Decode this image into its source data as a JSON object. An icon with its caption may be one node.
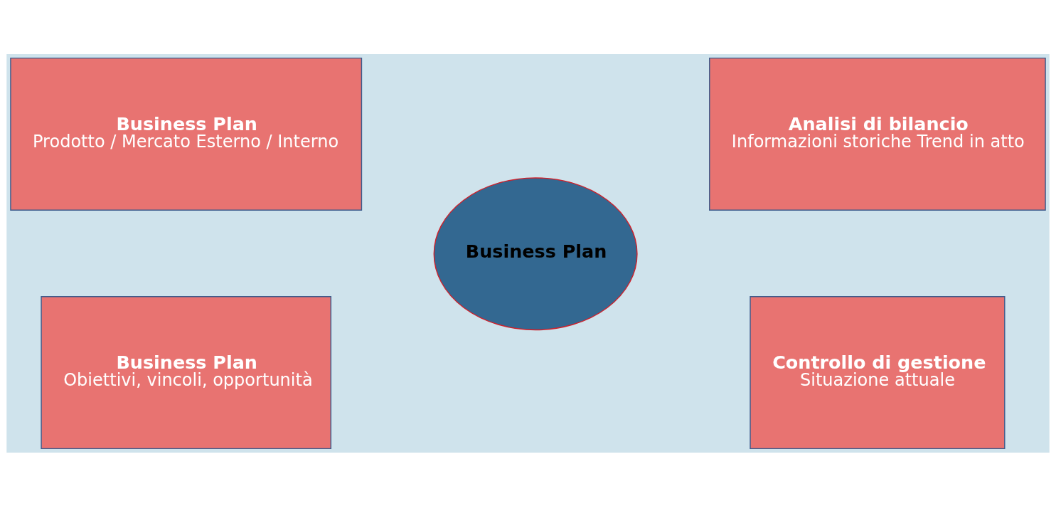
{
  "diagram": {
    "nodes": [
      {
        "text": [
          "Business Plan",
          "Prodotto / Mercato Esterno / Interno"
        ]
      },
      {
        "text": [
          "Analisi di bilancio",
          "Informazioni storiche Trend in atto"
        ]
      },
      {
        "text": [
          "Business Plan"
        ]
      },
      {
        "text": [
          "Business Plan",
          "Obiettivi, vincoli, opportunità"
        ]
      },
      {
        "text": [
          "Controllo di gestione",
          "Situazione attuale"
        ]
      }
    ]
  }
}
